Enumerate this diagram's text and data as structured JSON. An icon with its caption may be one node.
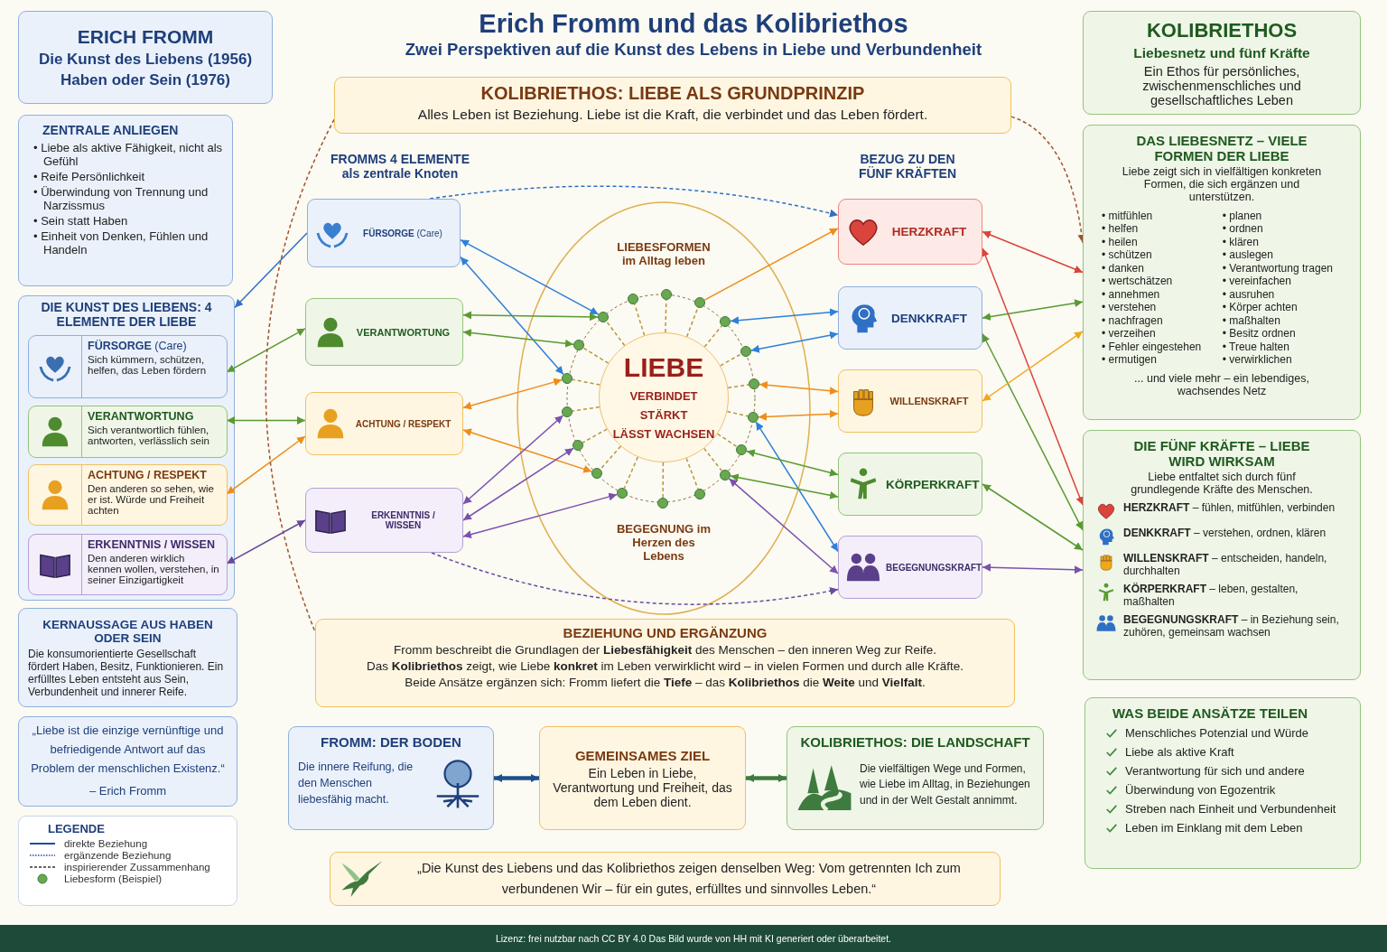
{
  "diagram": {
    "title": "Erich Fromm und das Kolibriethos",
    "nodes": [
      {
        "text": [
          "ERICH FROMM",
          "Die Kunst des Liebens (1956)",
          "Haben oder Sein (1976)"
        ]
      },
      {
        "text": [
          "ZENTRALE ANLIEGEN",
          "• Liebe als aktive Fähigkeit, nicht als Gefühl",
          "• Reife Persönlichkeit",
          "• Überwindung von Trennung und Narzissmus",
          "• Sein statt Haben",
          "• Einheit von Denken, Fühlen und Handeln"
        ]
      },
      {
        "text": [
          "DIE KUNST DES LIEBENS: 4 ELEMENTE DER LIEBE"
        ]
      },
      {
        "text": [
          "**FÜRSORGE** (Care)",
          "Sich kümmern, schützen, helfen, das Leben fördern"
        ],
        "in": 2
      },
      {
        "text": [
          "VERANTWORTUNG",
          "Sich verantwortlich fühlen, antworten, verlässlich sein"
        ],
        "in": 2
      },
      {
        "text": [
          "ACHTUNG / RESPEKT",
          "Den anderen so sehen, wie er ist. Würde und Freiheit achten"
        ],
        "in": 2
      },
      {
        "text": [
          "ERKENNTNIS / WISSEN",
          "Den anderen wirklich kennen wollen, verstehen, in seiner Einzigartigkeit"
        ],
        "in": 2
      },
      {
        "text": [
          "KERNAUSSAGE AUS HABEN ODER SEIN",
          "Die konsumorientierte Gesellschaft fördert Haben, Besitz, Funktionieren. Ein erfülltes Leben entsteht aus Sein, Verbundenheit und innerer Reife."
        ]
      },
      {
        "text": [
          "„Liebe ist die einzige vernünftige und befriedigende Antwort auf das Problem der menschlichen Existenz.“",
          "– Erich Fromm"
        ]
      },
      {
        "text": [
          "KOLIBRIETHOS:  LIEBE ALS GRUNDPRINZIP",
          "Alles Leben ist Beziehung. Liebe ist die Kraft, die verbindet und das Leben fördert."
        ]
      },
      {
        "text": [
          "**FÜRSORGE** (Care)"
        ]
      },
      {
        "text": [
          "VERANTWORTUNG"
        ]
      },
      {
        "text": [
          "ACHTUNG / RESPEKT"
        ]
      },
      {
        "text": [
          "ERKENNTNIS / WISSEN"
        ]
      },
      {
        "text": [
          "LIEBE",
          "VERBINDET",
          "STÄRKT",
          "LÄSST WACHSEN"
        ]
      },
      {
        "text": [],
        "shape": "circle"
      },
      {
        "text": [],
        "shape": "circle"
      },
      {
        "text": [],
        "shape": "circle"
      },
      {
        "text": [],
        "shape": "circle"
      },
      {
        "text": [],
        "shape": "circle"
      },
      {
        "text": [],
        "shape": "circle"
      },
      {
        "text": [],
        "shape": "circle"
      },
      {
        "text": [],
        "shape": "circle"
      },
      {
        "text": [],
        "shape": "circle"
      },
      {
        "text": [],
        "shape": "circle"
      },
      {
        "text": [],
        "shape": "circle"
      },
      {
        "text": [],
        "shape": "circle"
      },
      {
        "text": [],
        "shape": "circle"
      },
      {
        "text": [],
        "shape": "circle"
      },
      {
        "text": [],
        "shape": "circle"
      },
      {
        "text": [],
        "shape": "circle"
      },
      {
        "text": [],
        "shape": "circle"
      },
      {
        "text": [],
        "shape": "circle"
      },
      {
        "text": [
          "HERZKRAFT"
        ]
      },
      {
        "text": [
          "DENKKRAFT"
        ]
      },
      {
        "text": [
          "WILLENSKRAFT"
        ]
      },
      {
        "text": [
          "KÖRPERKRAFT"
        ]
      },
      {
        "text": [
          "BEGEGNUNGSKRAFT"
        ]
      },
      {
        "text": [
          "KOLIBRIETHOS",
          "Liebesnetz und fünf Kräfte",
          "Ein Ethos für persönliches, zwischenmenschliches und gesellschaftliches Leben"
        ]
      },
      {
        "text": [
          "DAS LIEBESNETZ – VIELE FORMEN DER LIEBE",
          "Liebe zeigt sich in vielfältigen konkreten Formen, die sich ergänzen und unterstützen.",
          "• mitfühlen",
          "• helfen",
          "• heilen",
          "• schützen",
          "• danken",
          "• wertschätzen",
          "• annehmen",
          "• verstehen",
          "• nachfragen",
          "• verzeihen",
          "• Fehler eingestehen",
          "• ermutigen",
          "• planen",
          "• ordnen",
          "• klären",
          "• auslegen",
          "• Verantwortung tragen",
          "• vereinfachen",
          "• ausruhen",
          "• Körper achten",
          "• maßhalten",
          "• Besitz ordnen",
          "• Treue halten",
          "• verwirklichen",
          "... und viele mehr – ein lebendiges, wachsendes Netz"
        ]
      },
      {
        "text": [
          "DIE FÜNF KRÄFTE – LIEBE WIRD WIRKSAM",
          "Liebe entfaltet sich durch fünf grundlegende Kräfte des Menschen.",
          "**HERZKRAFT** – fühlen, mitfühlen, verbinden",
          "**DENKKRAFT** – verstehen, ordnen, klären",
          "**WILLENSKRAFT** – entscheiden, handeln, durchhalten",
          "**KÖRPERKRAFT** – leben, gestalten, maßhalten",
          "**BEGEGNUNGSKRAFT** – in Beziehung sein, zuhören, gemeinsam wachsen"
        ]
      },
      {
        "text": [
          "BEZIEHUNG UND ERGÄNZUNG",
          "Fromm beschreibt die Grundlagen der **Liebesfähigkeit** des Menschen – den inneren Weg zur Reife.",
          "Das **Kolibriethos** zeigt, wie Liebe **konkret** im Leben verwirklicht wird – in vielen Formen und durch alle Kräfte.",
          "Beide Ansätze ergänzen sich: Fromm liefert die **Tiefe** – das **Kolibriethos** die **Weite** und **Vielfalt**."
        ]
      },
      {
        "text": [
          "FROMM: DER BODEN",
          "Die innere Reifung, die den Menschen liebesfähig macht."
        ]
      },
      {
        "text": [
          "GEMEINSAMES ZIEL",
          "Ein Leben in Liebe, Verantwortung und Freiheit, das dem Leben dient."
        ]
      },
      {
        "text": [
          "KOLIBRIETHOS: DIE LANDSCHAFT",
          "Die vielfältigen Wege und Formen, wie Liebe im Alltag, in Beziehungen und in der Welt Gestalt annimmt."
        ]
      },
      {
        "text": [
          "WAS BEIDE ANSÄTZE TEILEN",
          "Menschliches Potenzial und Würde",
          "Liebe als aktive Kraft",
          "Verantwortung für sich und andere",
          "Überwindung von Egozentrik",
          "Streben nach Einheit und Verbundenheit",
          "Leben im Einklang mit dem Leben"
        ]
      },
      {
        "text": [
          "„Die Kunst des Liebens und das Kolibriethos zeigen denselben Weg: Vom getrennten Ich zum verbundenen Wir – für ein gutes, erfülltes und sinnvolles Leben.“"
        ]
      }
    ],
    "edges": [
      {
        "from": 10,
        "to": 2,
        "arrow": "to",
        "color": "#2f6fc4"
      },
      {
        "from": 3,
        "to": 11,
        "arrow": "both",
        "color": "#5a9a32"
      },
      {
        "from": 4,
        "to": 12,
        "arrow": "both",
        "color": "#5a9a32"
      },
      {
        "from": 5,
        "to": 12,
        "arrow": "both",
        "color": "#f08c1a"
      },
      {
        "from": 6,
        "to": 13,
        "arrow": "both",
        "color": "#6a4a9c"
      },
      {
        "from": 10,
        "to": 32,
        "arrow": "both",
        "color": "#2f80d8"
      },
      {
        "from": 10,
        "to": 30,
        "arrow": "both",
        "color": "#2f80d8"
      },
      {
        "from": 11,
        "to": 32,
        "arrow": "both",
        "color": "#5a9a32"
      },
      {
        "from": 11,
        "to": 31,
        "arrow": "both",
        "color": "#5a9a32"
      },
      {
        "from": 12,
        "to": 30,
        "arrow": "both",
        "color": "#f08c1a"
      },
      {
        "from": 12,
        "to": 27,
        "arrow": "both",
        "color": "#f08c1a"
      },
      {
        "from": 13,
        "to": 29,
        "arrow": "both",
        "color": "#7a52ae"
      },
      {
        "from": 13,
        "to": 28,
        "arrow": "both",
        "color": "#7a52ae"
      },
      {
        "from": 13,
        "to": 26,
        "arrow": "both",
        "color": "#7a52ae"
      },
      {
        "from": 17,
        "to": 33,
        "arrow": "to",
        "color": "#f08c1a"
      },
      {
        "from": 18,
        "to": 34,
        "arrow": "both",
        "color": "#2f80d8"
      },
      {
        "from": 19,
        "to": 34,
        "arrow": "both",
        "color": "#2f80d8"
      },
      {
        "from": 20,
        "to": 35,
        "arrow": "both",
        "color": "#f08c1a"
      },
      {
        "from": 21,
        "to": 35,
        "arrow": "both",
        "color": "#f08c1a"
      },
      {
        "from": 21,
        "to": 37,
        "arrow": "both",
        "color": "#2f80d8"
      },
      {
        "from": 22,
        "to": 36,
        "arrow": "both",
        "color": "#5a9a32"
      },
      {
        "from": 23,
        "to": 36,
        "arrow": "both",
        "color": "#5a9a32"
      },
      {
        "from": 23,
        "to": 37,
        "arrow": "both",
        "color": "#7a52ae"
      },
      {
        "from": 10,
        "to": 33,
        "arrow": "to",
        "style": "dashed",
        "color": "#2f6fc4"
      },
      {
        "from": 13,
        "to": 37,
        "arrow": "to",
        "style": "dashed",
        "color": "#6a4a9c"
      },
      {
        "from": 33,
        "to": 39,
        "arrow": "both",
        "color": "#d9443c"
      },
      {
        "from": 33,
        "to": 40,
        "arrow": "both",
        "color": "#d9443c"
      },
      {
        "from": 34,
        "to": 39,
        "arrow": "both",
        "color": "#5a9a32"
      },
      {
        "from": 34,
        "to": 40,
        "arrow": "both",
        "color": "#5a9a32"
      },
      {
        "from": 35,
        "to": 39,
        "arrow": "both",
        "color": "#f0a81a"
      },
      {
        "from": 36,
        "to": 40,
        "arrow": "both",
        "color": "#5a9a32"
      },
      {
        "from": 37,
        "to": 40,
        "arrow": "both",
        "color": "#7a52ae"
      },
      {
        "from": 9,
        "to": 39,
        "arrow": "to",
        "style": "dashed",
        "color": "#a0522d"
      },
      {
        "from": 9,
        "to": 41,
        "arrow": "none",
        "style": "dashed",
        "color": "#a0522d"
      },
      {
        "from": 42,
        "to": 43,
        "arrow": "both",
        "style": "thick",
        "color": "#1f4e8c"
      },
      {
        "from": 43,
        "to": 44,
        "arrow": "both",
        "style": "thick",
        "color": "#3f7a3f"
      },
      {
        "from": 14,
        "to": 15,
        "arrow": "none",
        "style": "dashed",
        "color": "#b8963c"
      },
      {
        "from": 14,
        "to": 16,
        "arrow": "none",
        "style": "dashed",
        "color": "#b8963c"
      },
      {
        "from": 14,
        "to": 17,
        "arrow": "none",
        "style": "dashed",
        "color": "#b8963c"
      },
      {
        "from": 14,
        "to": 18,
        "arrow": "none",
        "style": "dashed",
        "color": "#b8963c"
      },
      {
        "from": 14,
        "to": 19,
        "arrow": "none",
        "style": "dashed",
        "color": "#b8963c"
      },
      {
        "from": 14,
        "to": 20,
        "arrow": "none",
        "style": "dashed",
        "color": "#b8963c"
      },
      {
        "from": 14,
        "to": 21,
        "arrow": "none",
        "style": "dashed",
        "color": "#b8963c"
      },
      {
        "from": 14,
        "to": 22,
        "arrow": "none",
        "style": "dashed",
        "color": "#b8963c"
      },
      {
        "from": 14,
        "to": 23,
        "arrow": "none",
        "style": "dashed",
        "color": "#b8963c"
      },
      {
        "from": 14,
        "to": 24,
        "arrow": "none",
        "style": "dashed",
        "color": "#b8963c"
      },
      {
        "from": 14,
        "to": 25,
        "arrow": "none",
        "style": "dashed",
        "color": "#b8963c"
      },
      {
        "from": 14,
        "to": 26,
        "arrow": "none",
        "style": "dashed",
        "color": "#b8963c"
      },
      {
        "from": 14,
        "to": 27,
        "arrow": "none",
        "style": "dashed",
        "color": "#b8963c"
      },
      {
        "from": 14,
        "to": 28,
        "arrow": "none",
        "style": "dashed",
        "color": "#b8963c"
      },
      {
        "from": 14,
        "to": 29,
        "arrow": "none",
        "style": "dashed",
        "color": "#b8963c"
      },
      {
        "from": 14,
        "to": 30,
        "arrow": "none",
        "style": "dashed",
        "color": "#b8963c"
      },
      {
        "from": 14,
        "to": 31,
        "arrow": "none",
        "style": "dashed",
        "color": "#b8963c"
      },
      {
        "from": 14,
        "to": 32,
        "arrow": "none",
        "style": "dashed",
        "color": "#b8963c"
      }
    ],
    "labels": [
      "Zwei Perspektiven auf die Kunst des Lebens  in Liebe und Verbundenheit",
      "FROMMS 4 ELEMENTE als zentrale Knoten",
      "BEZUG ZU DEN FÜNF KRÄFTEN",
      "LIEBESFORMEN im Alltag leben",
      "BEGEGNUNG im Herzen des Lebens",
      "LEGENDE",
      "Lizenz: frei nutzbar nach CC BY 4.0 Das Bild wurde von HH mit KI generiert oder überarbeitet."
    ],
    "legend": [
      {
        "text": "direkte Beziehung"
      },
      {
        "text": "ergänzende Beziehung"
      },
      {
        "text": "inspirierender Zussammenhang"
      },
      {
        "text": "Liebesform (Beispiel)"
      }
    ]
  }
}
